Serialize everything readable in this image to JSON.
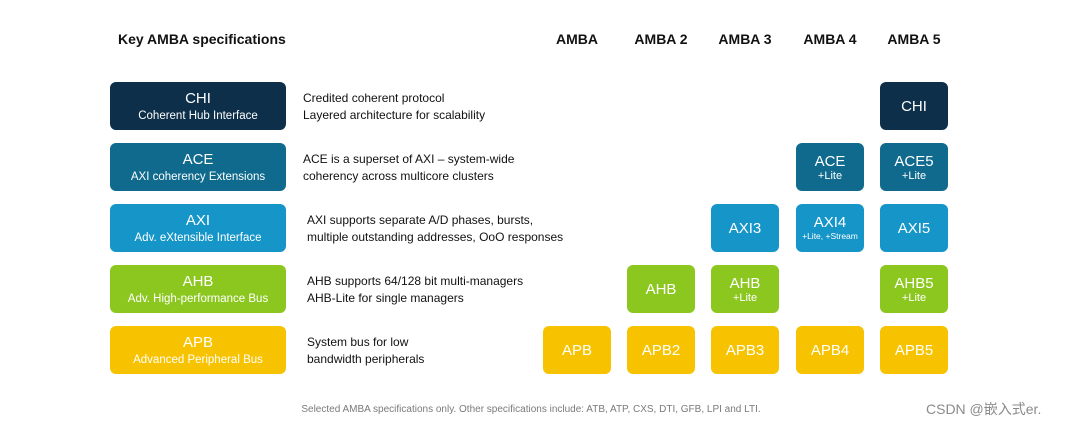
{
  "header": {
    "title": "Key AMBA specifications",
    "columns": [
      "AMBA",
      "AMBA 2",
      "AMBA 3",
      "AMBA 4",
      "AMBA 5"
    ]
  },
  "colors": {
    "chi": "#0d2f4a",
    "ace": "#0f6a8e",
    "axi": "#1595c8",
    "ahb": "#8cc720",
    "apb": "#f7c300"
  },
  "rows": {
    "chi": {
      "name": "CHI",
      "full": "Coherent Hub Interface",
      "desc1": "Credited coherent protocol",
      "desc2": "Layered architecture for scalability",
      "v5": "CHI"
    },
    "ace": {
      "name": "ACE",
      "full": "AXI coherency Extensions",
      "desc1": "ACE is a superset of AXI – system-wide",
      "desc2": "coherency across multicore clusters",
      "v4": "ACE",
      "v4_sub": "+Lite",
      "v5": "ACE5",
      "v5_sub": "+Lite"
    },
    "axi": {
      "name": "AXI",
      "full": "Adv. eXtensible Interface",
      "desc1": "AXI supports separate A/D phases, bursts,",
      "desc2": "multiple outstanding addresses, OoO responses",
      "v3": "AXI3",
      "v4": "AXI4",
      "v4_sub": "+Lite, +Stream",
      "v5": "AXI5"
    },
    "ahb": {
      "name": "AHB",
      "full": "Adv. High-performance Bus",
      "desc1": "AHB supports 64/128 bit multi-managers",
      "desc2": "AHB-Lite for single managers",
      "v2": "AHB",
      "v3": "AHB",
      "v3_sub": "+Lite",
      "v5": "AHB5",
      "v5_sub": "+Lite"
    },
    "apb": {
      "name": "APB",
      "full": "Advanced Peripheral Bus",
      "desc1": "System bus for low",
      "desc2": "bandwidth peripherals",
      "v1": "APB",
      "v2": "APB2",
      "v3": "APB3",
      "v4": "APB4",
      "v5": "APB5"
    }
  },
  "footnote": "Selected AMBA specifications only. Other specifications include: ATB, ATP, CXS, DTI, GFB, LPI and LTI.",
  "watermark": "CSDN @嵌入式er."
}
